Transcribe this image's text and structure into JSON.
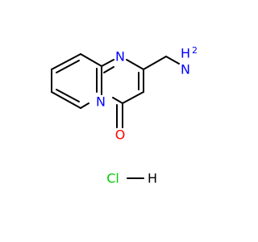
{
  "molecule": {
    "atoms": {
      "N_ring_top": {
        "symbol": "N",
        "color": "#0000ff"
      },
      "N_bridge": {
        "symbol": "N",
        "color": "#0000ff"
      },
      "O": {
        "symbol": "O",
        "color": "#ff0000"
      },
      "NH2_N": {
        "symbol": "N",
        "color": "#0000ff"
      },
      "NH2_H": {
        "symbol": "H",
        "color": "#0000ff"
      },
      "NH2_sub": {
        "symbol": "2",
        "color": "#0000ff"
      }
    },
    "salt": {
      "cl": {
        "symbol": "Cl",
        "color": "#00cc00"
      },
      "h": {
        "symbol": "H",
        "color": "#000000"
      }
    }
  }
}
